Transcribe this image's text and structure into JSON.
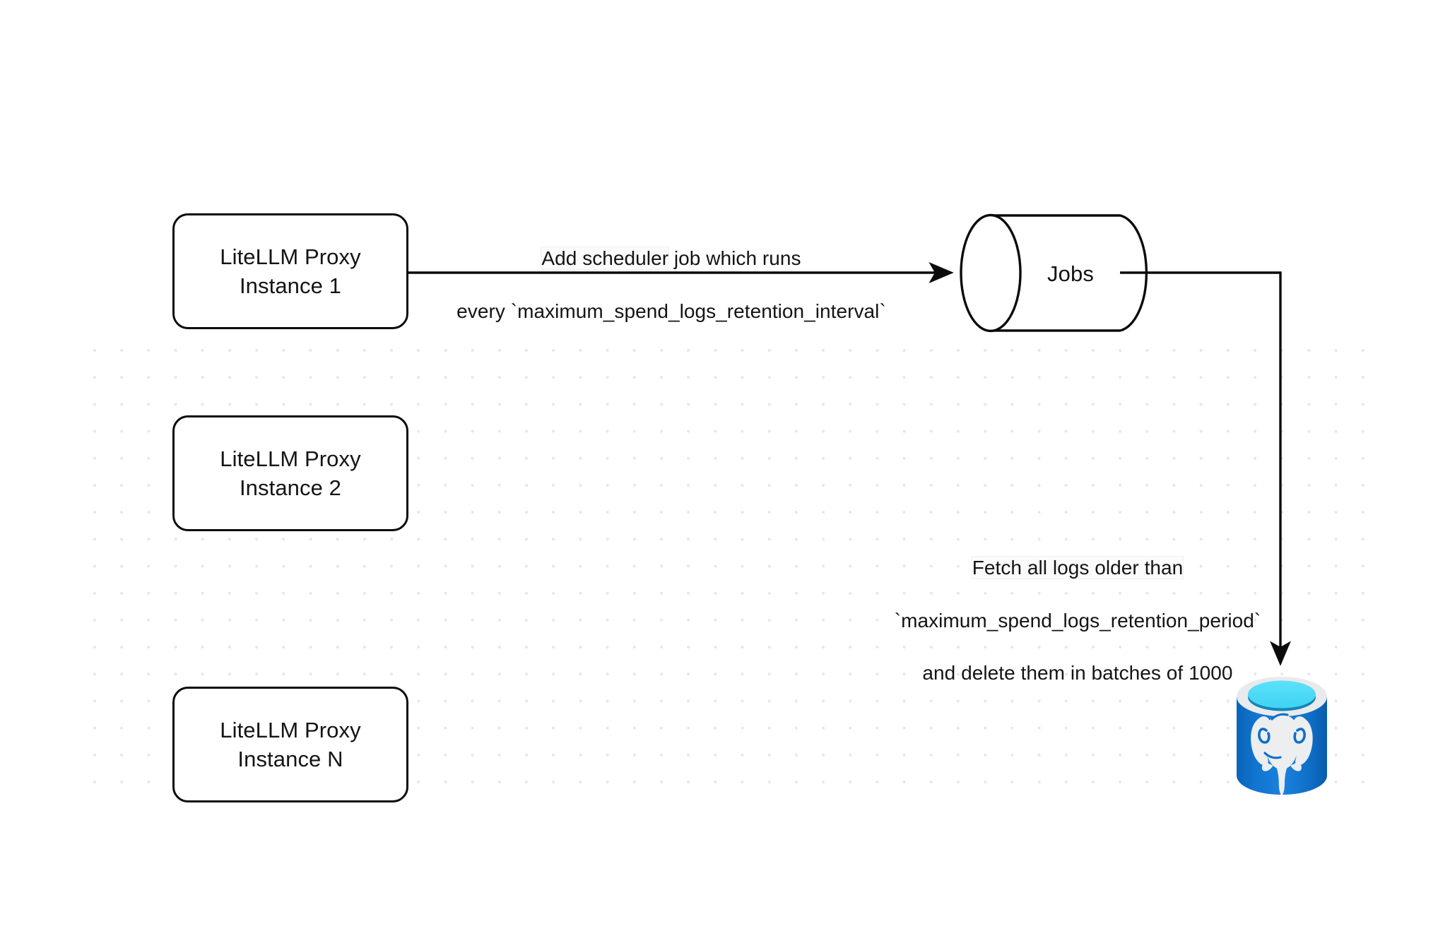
{
  "diagram": {
    "title": "LiteLLM spend logs retention scheduler flow",
    "background_color": "#ffffff",
    "grid": {
      "dot_color": "#e7e7e9",
      "spacing": 38
    },
    "stroke_color": "#0b0b0b",
    "text_color": "#141414"
  },
  "nodes": [
    {
      "id": "proxy-1",
      "label": "LiteLLM Proxy\nInstance 1",
      "line1": "LiteLLM Proxy",
      "line2": "Instance 1",
      "shape": "rounded-rect"
    },
    {
      "id": "proxy-2",
      "label": "LiteLLM Proxy\nInstance 2",
      "line1": "LiteLLM Proxy",
      "line2": "Instance 2",
      "shape": "rounded-rect"
    },
    {
      "id": "proxy-n",
      "label": "LiteLLM Proxy\nInstance N",
      "line1": "LiteLLM Proxy",
      "line2": "Instance N",
      "shape": "rounded-rect"
    },
    {
      "id": "jobs",
      "label": "Jobs",
      "shape": "cylinder"
    },
    {
      "id": "postgres",
      "label": "",
      "shape": "database-icon",
      "icon": "postgresql-database-icon",
      "colors": {
        "body": "#0d6cc4",
        "body_light": "#1b81dd",
        "rim": "#e9eaec",
        "liquid_top": "#4fdcf8",
        "liquid_shadow": "#1585b5",
        "elephant": "#eceef0"
      }
    }
  ],
  "edges": [
    {
      "id": "edge-scheduler",
      "from": "proxy-1",
      "to": "jobs",
      "label_line1": "Add scheduler",
      "label_line1_rest": " job which runs",
      "label_line2": "every `maximum_spend_logs_retention_interval`",
      "label_full": "Add scheduler job which runs\nevery `maximum_spend_logs_retention_interval`",
      "arrowhead": "filled-triangle"
    },
    {
      "id": "edge-delete-logs",
      "from": "jobs",
      "to": "postgres",
      "label_line1": "Fetch all logs older than",
      "label_line2": "`maximum_spend_logs_retention_period`",
      "label_line3": "and delete them in batches of 1000",
      "label_full": "Fetch all logs older than\n`maximum_spend_logs_retention_period`\nand delete them in batches of 1000",
      "arrowhead": "filled-triangle",
      "batch_size": 1000
    }
  ]
}
